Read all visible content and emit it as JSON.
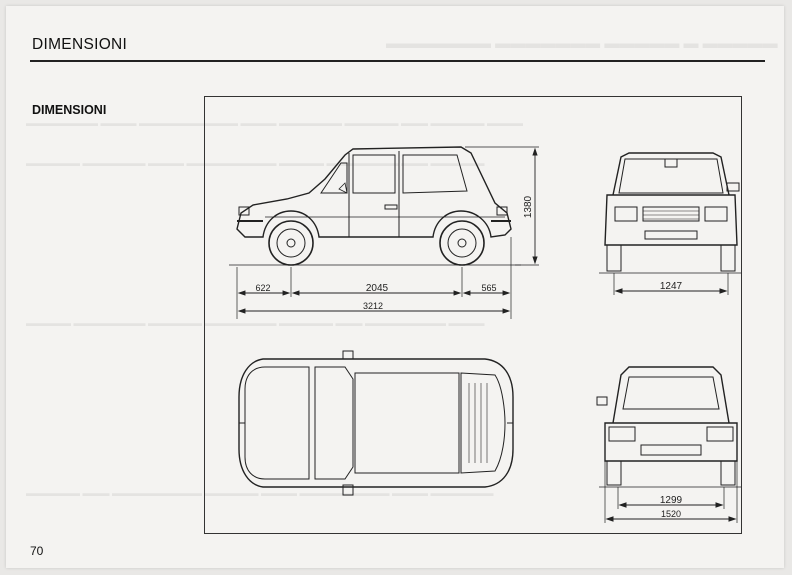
{
  "header": {
    "section_title": "DIMENSIONI"
  },
  "content": {
    "subtitle": "DIMENSIONI"
  },
  "dimensions": {
    "front_overhang": "622",
    "wheelbase": "2045",
    "rear_overhang": "565",
    "overall_length": "3212",
    "height": "1380",
    "front_track": "1247",
    "rear_track": "1299",
    "overall_width": "1520"
  },
  "footer": {
    "page_number": "70"
  }
}
